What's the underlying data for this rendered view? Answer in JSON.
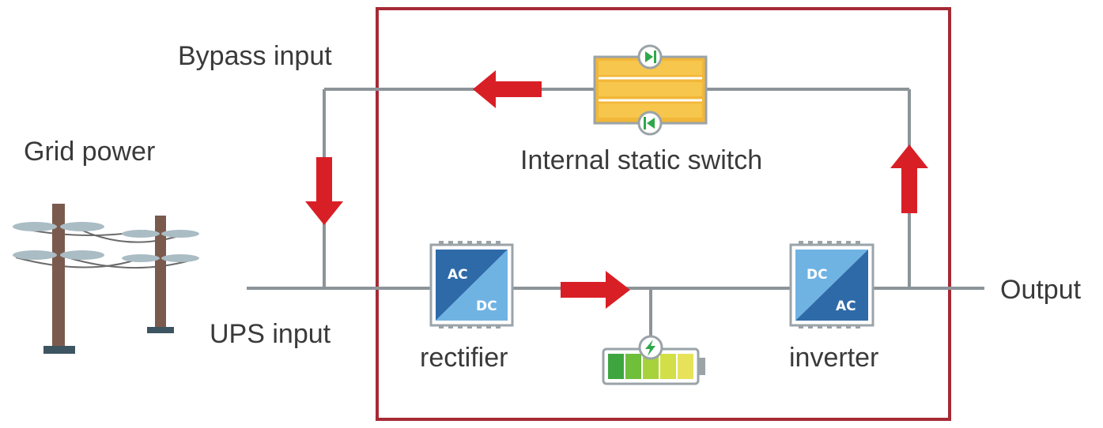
{
  "labels": {
    "bypass_input": "Bypass input",
    "grid_power": "Grid power",
    "ups_input": "UPS input",
    "internal_static_switch": "Internal static switch",
    "rectifier": "rectifier",
    "inverter": "inverter",
    "output": "Output"
  },
  "rectifier": {
    "top_text": "AC",
    "bottom_text": "DC"
  },
  "inverter": {
    "top_text": "DC",
    "bottom_text": "AC"
  },
  "colors": {
    "frame": "#a52a35",
    "line": "#8c9499",
    "arrow": "#d91f26",
    "switch_fill": "#f2b738",
    "converter_dark": "#2e6aa8",
    "converter_light": "#6fb3e3",
    "pole": "#7b5a4e",
    "insulator": "#aabcc4",
    "battery_green": "#4caf50",
    "battery_yellow": "#e1e34b"
  },
  "icons": {
    "grid": "utility-pole-icon",
    "switch": "static-switch-icon",
    "battery": "battery-icon",
    "charge": "lightning-icon"
  }
}
